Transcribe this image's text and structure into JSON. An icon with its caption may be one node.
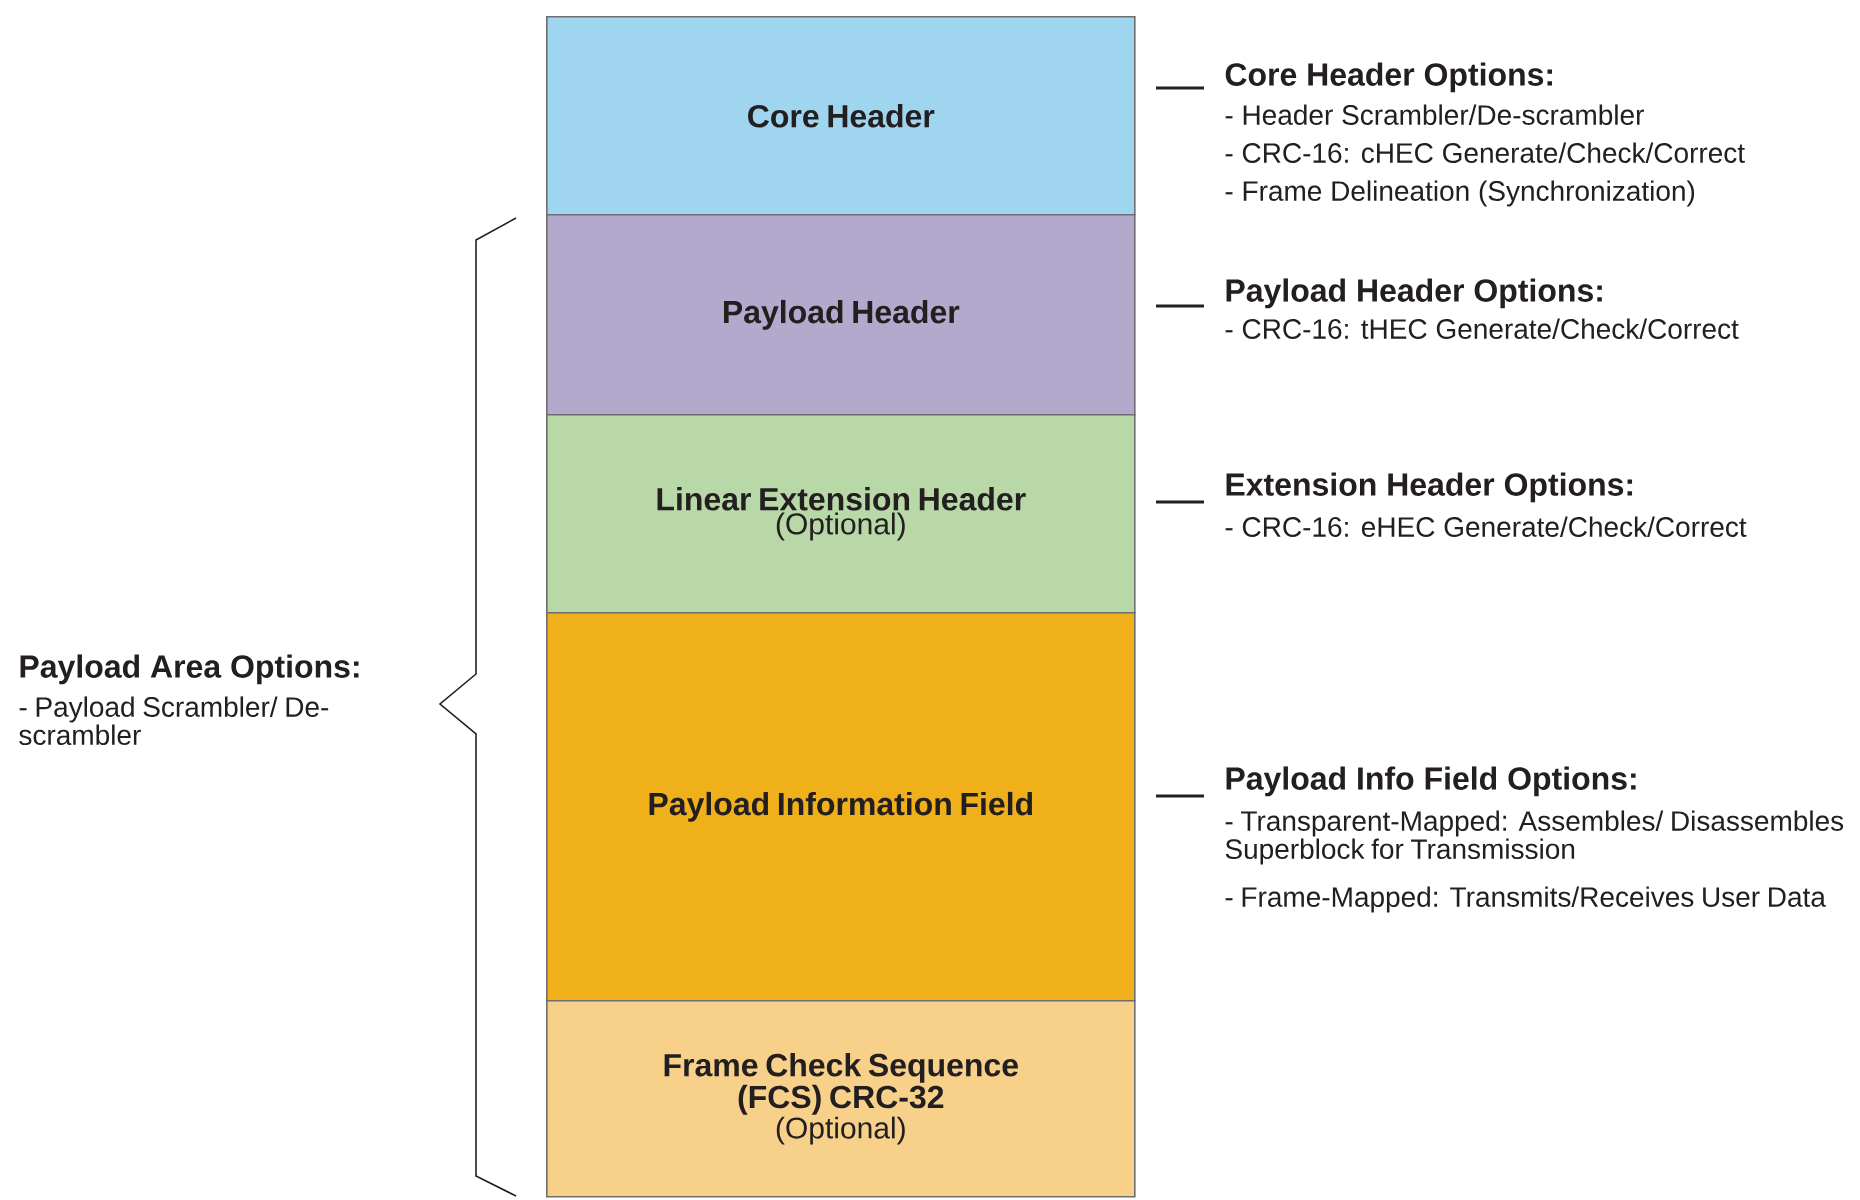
{
  "diagram": {
    "nodes": [
      {
        "text": [
          "Core Header"
        ]
      },
      {
        "text": [
          "Payload Header"
        ]
      },
      {
        "text": [
          "Linear Extension Header",
          "(Optional)"
        ]
      },
      {
        "text": [
          "Payload Information Field"
        ]
      },
      {
        "text": [
          "Frame Check Sequence (FCS) CRC-32",
          "(Optional)"
        ]
      }
    ],
    "labels": [
      "Core Header Options:",
      "- Header Scrambler/De-scrambler",
      "- CRC-16: cHEC Generate/Check/Correct",
      "- Frame Delineation (Synchronization)",
      "Payload Header Options:",
      "- CRC-16: tHEC Generate/Check/Correct",
      "Extension Header Options:",
      "- CRC-16: eHEC Generate/Check/Correct",
      "Payload Area Options:",
      "- Payload Scrambler/ De-scrambler",
      "Payload Info Field Options:",
      "- Transparent-Mapped: Assembles/ Disassembles Superblock for Transmission",
      "- Frame-Mapped: Transmits/Receives User Data"
    ]
  }
}
